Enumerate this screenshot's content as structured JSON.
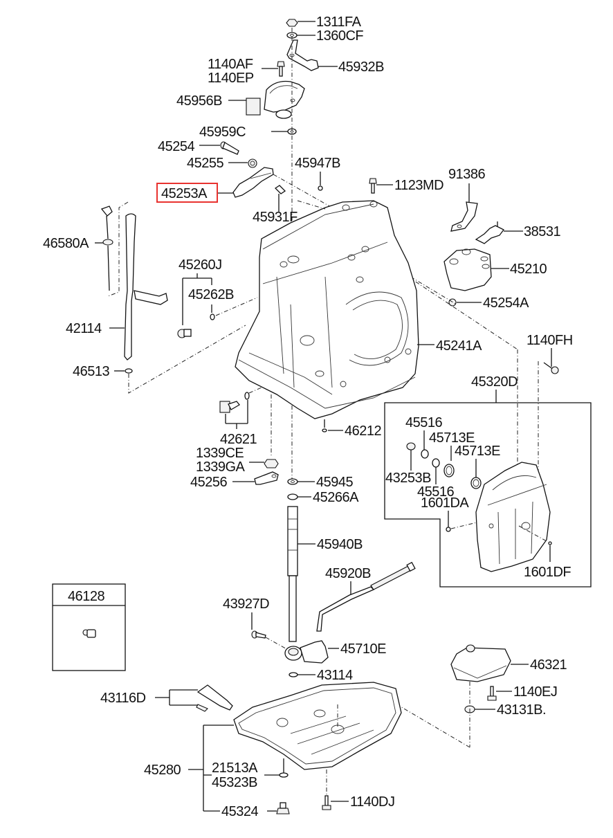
{
  "diagram": {
    "title": "Automatic transmission case exploded parts diagram",
    "highlight_color": "#e8322f",
    "highlighted_part": "45253A",
    "labels": {
      "p1311FA": "1311FA",
      "p1360CF": "1360CF",
      "p45932B": "45932B",
      "p1140AF": "1140AF",
      "p1140EP": "1140EP",
      "p45956B": "45956B",
      "p45959C": "45959C",
      "p45254": "45254",
      "p45255": "45255",
      "p45947B": "45947B",
      "p45253A": "45253A",
      "p1123MD": "1123MD",
      "p91386": "91386",
      "p45931F": "45931F",
      "p38531": "38531",
      "p46580A": "46580A",
      "p45260J": "45260J",
      "p45210": "45210",
      "p45262B": "45262B",
      "p45254A": "45254A",
      "p42114": "42114",
      "p45241A": "45241A",
      "p1140FH": "1140FH",
      "p46513": "46513",
      "p45320D": "45320D",
      "p46212": "46212",
      "p42621": "42621",
      "p45516a": "45516",
      "p45713Ea": "45713E",
      "p45713Eb": "45713E",
      "p1339CE": "1339CE",
      "p1339GA": "1339GA",
      "p43253B": "43253B",
      "p45256": "45256",
      "p45945": "45945",
      "p45516b": "45516",
      "p45266A": "45266A",
      "p1601DA": "1601DA",
      "p45940B": "45940B",
      "p45920B": "45920B",
      "p1601DF": "1601DF",
      "p46128": "46128",
      "p43927D": "43927D",
      "p45710E": "45710E",
      "p46321": "46321",
      "p43114": "43114",
      "p43116D": "43116D",
      "p1140EJ": "1140EJ",
      "p43131B": "43131B.",
      "p45280": "45280",
      "p21513A": "21513A",
      "p45323B": "45323B",
      "p1140DJ": "1140DJ",
      "p45324": "45324"
    }
  }
}
